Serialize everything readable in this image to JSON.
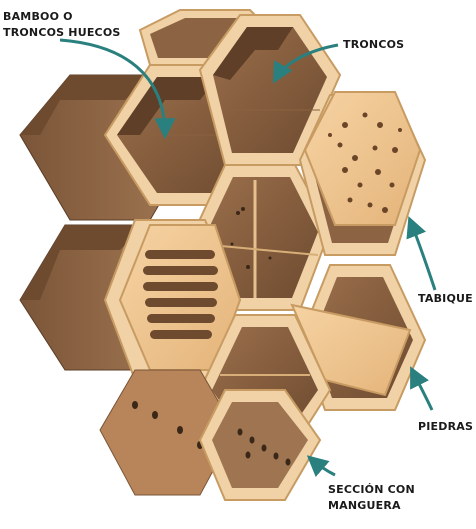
{
  "labels": {
    "bamboo_line1": "BAMBOO O",
    "bamboo_line2": "TRONCOS HUECOS",
    "troncos": "TRONCOS",
    "tabique": "TABIQUE",
    "piedras": "PIEDRAS",
    "seccion_line1": "SECCIÓN CON",
    "seccion_line2": "MANGUERA"
  },
  "colors": {
    "arrow": "#2a7f7f",
    "frame": "#f0d2a6",
    "frame_edge": "#c79b62",
    "interior_dark": "#7a5538",
    "interior_mid": "#93694a",
    "interior_light": "#b58a64",
    "panel": "#f3cc9b"
  }
}
